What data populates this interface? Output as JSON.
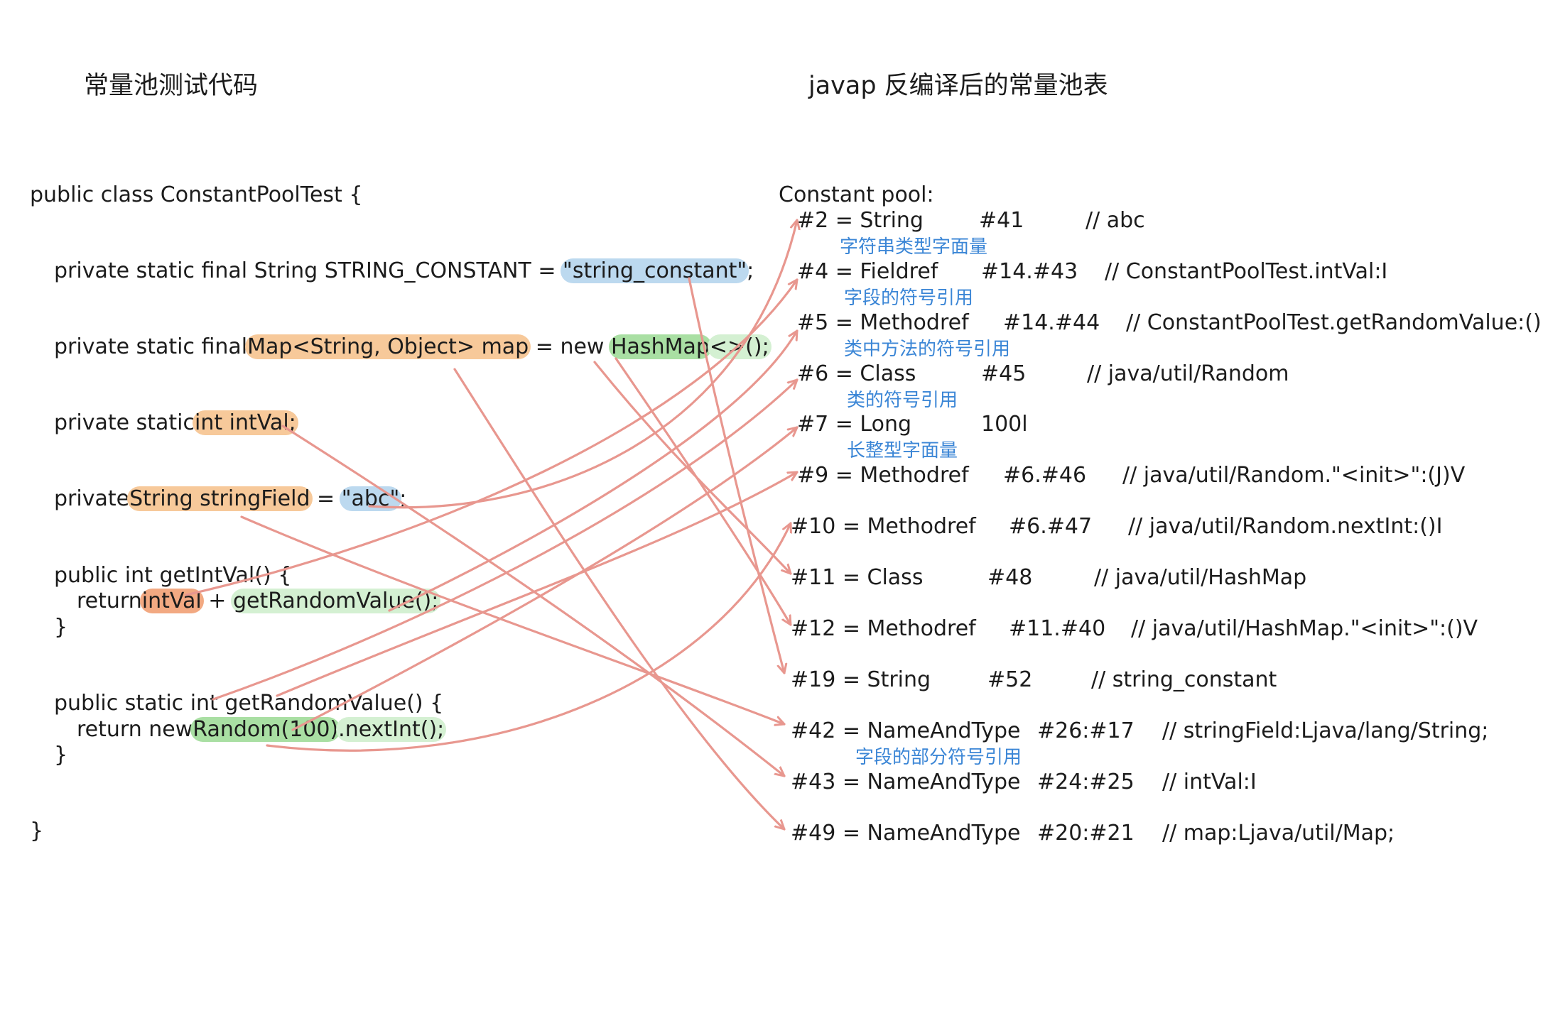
{
  "titles": {
    "left": "常量池测试代码",
    "right": "javap 反编译后的常量池表"
  },
  "code": {
    "class_decl": "public class ConstantPoolTest {",
    "l1_a": "private static final String STRING_CONSTANT = ",
    "l1_b": "\"string_constant\"",
    "l1_c": ";",
    "l2_a": "private static final",
    "l2_b": "Map<String, Object> map",
    "l2_c": " = new ",
    "l2_d": "HashMap",
    "l2_e": "<>();",
    "l3_a": "private static",
    "l3_b": "int intVal;",
    "l4_a": "private",
    "l4_b": "String stringField",
    "l4_c": " = ",
    "l4_d": "\"abc\"",
    "l4_e": ";",
    "m1_sig": "public int getIntVal() {",
    "m1_ret_a": "return",
    "m1_ret_b": "intVal",
    "m1_ret_c": " + ",
    "m1_ret_d": "getRandomValue();",
    "m1_close": "}",
    "m2_sig": "public static int getRandomValue() {",
    "m2_ret_a": "return new",
    "m2_ret_b": "Random(100)",
    "m2_ret_c": ".nextInt();",
    "m2_close": "}",
    "class_close": "}"
  },
  "pool": {
    "header": "Constant pool:",
    "entries": [
      {
        "id": "#2 = String",
        "ref": "#41",
        "comment": "// abc",
        "note": "字符串类型字面量"
      },
      {
        "id": "#4 = Fieldref",
        "ref": "#14.#43",
        "comment": "// ConstantPoolTest.intVal:I",
        "note": "字段的符号引用"
      },
      {
        "id": "#5 = Methodref",
        "ref": "#14.#44",
        "comment": "// ConstantPoolTest.getRandomValue:()I",
        "note": "类中方法的符号引用"
      },
      {
        "id": "#6 = Class",
        "ref": "#45",
        "comment": "// java/util/Random",
        "note": "类的符号引用"
      },
      {
        "id": "#7 = Long",
        "ref": "100l",
        "comment": "",
        "note": "长整型字面量"
      },
      {
        "id": "#9 = Methodref",
        "ref": "#6.#46",
        "comment": "// java/util/Random.\"<init>\":(J)V",
        "note": ""
      },
      {
        "id": "#10 = Methodref",
        "ref": "#6.#47",
        "comment": "// java/util/Random.nextInt:()I",
        "note": ""
      },
      {
        "id": "#11 = Class",
        "ref": "#48",
        "comment": "// java/util/HashMap",
        "note": ""
      },
      {
        "id": "#12 = Methodref",
        "ref": "#11.#40",
        "comment": "// java/util/HashMap.\"<init>\":()V",
        "note": ""
      },
      {
        "id": "#19 = String",
        "ref": "#52",
        "comment": "// string_constant",
        "note": ""
      },
      {
        "id": "#42 = NameAndType",
        "ref": "#26:#17",
        "comment": "// stringField:Ljava/lang/String;",
        "note": "字段的部分符号引用"
      },
      {
        "id": "#43 = NameAndType",
        "ref": "#24:#25",
        "comment": "// intVal:I",
        "note": ""
      },
      {
        "id": "#49 = NameAndType",
        "ref": "#20:#21",
        "comment": "// map:Ljava/util/Map;",
        "note": ""
      }
    ]
  },
  "colors": {
    "arrow": "#e8978f",
    "note": "#3b86d6",
    "field_highlight": "#f7c99a",
    "literal_highlight": "#bcd9ef",
    "class_highlight": "#a9dfa3"
  }
}
